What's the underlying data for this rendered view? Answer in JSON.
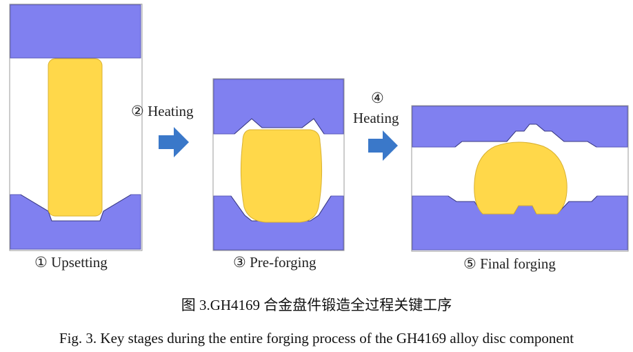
{
  "colors": {
    "die": "#8080f0",
    "die_stroke": "#5a5ab8",
    "billet": "#ffd84a",
    "billet_stroke": "#d8b030",
    "arrow": "#3a78c9",
    "frame": "#9a9a9a"
  },
  "stages": [
    {
      "label": "① Upsetting"
    },
    {
      "label": "③ Pre-forging"
    },
    {
      "label": "⑤ Final forging"
    }
  ],
  "transitions": [
    {
      "lines": [
        "② Heating"
      ]
    },
    {
      "lines": [
        "④",
        "Heating"
      ]
    }
  ],
  "caption": {
    "zh": "图 3.GH4169 合金盘件锻造全过程关键工序",
    "en": "Fig. 3. Key stages during the entire forging process of the GH4169 alloy disc component"
  }
}
